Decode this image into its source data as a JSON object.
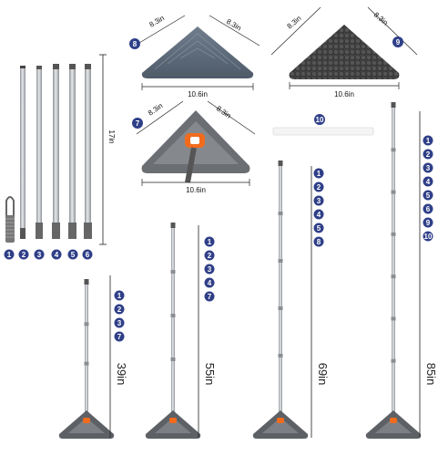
{
  "colors": {
    "badge_fill": "#2f3f88",
    "handle_orange": "#f26b1d",
    "pad_blue_grey": "#5f6d7d",
    "pad_chenille": "#3a3a3a",
    "pole_silver": "#b8bcc2"
  },
  "pads": {
    "flat_pad": {
      "badge": "8",
      "side_left": "8.3in",
      "side_right": "8.3in",
      "width": "10.6in"
    },
    "chenille_pad": {
      "badge": "9",
      "side_left": "8.3in",
      "side_right": "8.3in",
      "width": "10.6in"
    },
    "mop_head": {
      "badge": "7",
      "side_left": "8.3in",
      "side_right": "8.3in",
      "width": "10.6in"
    },
    "scraper": {
      "badge": "10"
    }
  },
  "poles": {
    "height_label": "17in",
    "badges": [
      "1",
      "2",
      "3",
      "4",
      "5",
      "6"
    ]
  },
  "configs": [
    {
      "id": "c39",
      "length": "39in",
      "badges": [
        "1",
        "2",
        "3",
        "7"
      ]
    },
    {
      "id": "c55",
      "length": "55in",
      "badges": [
        "1",
        "2",
        "3",
        "4",
        "7"
      ]
    },
    {
      "id": "c69",
      "length": "69in",
      "badges": [
        "1",
        "2",
        "3",
        "4",
        "5",
        "8"
      ]
    },
    {
      "id": "c85",
      "length": "85in",
      "badges": [
        "1",
        "2",
        "3",
        "4",
        "5",
        "6",
        "9",
        "10"
      ]
    }
  ]
}
